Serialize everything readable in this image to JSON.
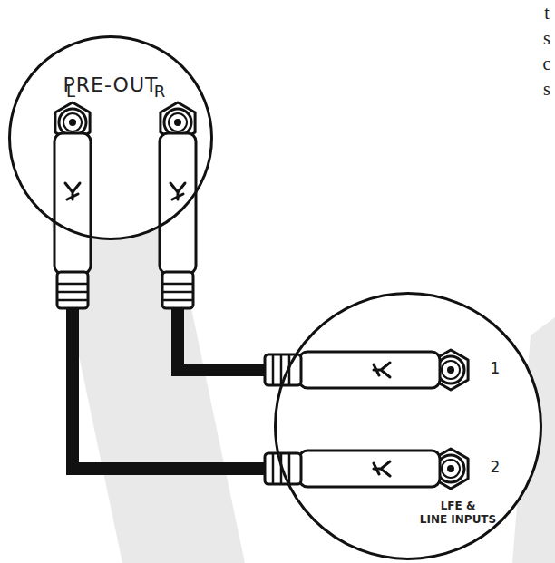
{
  "diagram": {
    "nodes": [
      {
        "text": [
          "PRE-OUT"
        ]
      },
      {
        "text": [
          "LFE & LINE INPUTS"
        ]
      }
    ],
    "edges": [
      {
        "from": 0,
        "to": 1,
        "arrow": "none"
      },
      {
        "from": 0,
        "to": 1,
        "arrow": "none"
      }
    ],
    "labels": [
      "L",
      "R",
      "1",
      "2",
      "t",
      "s",
      "c",
      "s"
    ]
  }
}
